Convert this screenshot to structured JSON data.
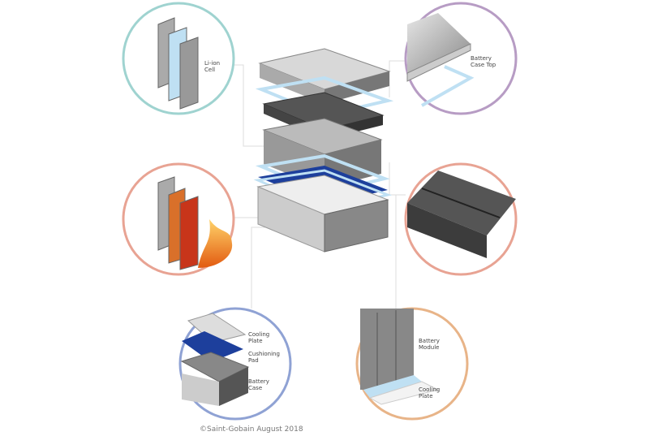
{
  "labels": {
    "li_ion_cell": "Li-ion\nCell",
    "battery_case_top": "Battery\nCase Top",
    "cooling_plate_left": "Cooling\nPlate",
    "cushioning_pad": "Cushioning\nPad",
    "battery_case": "Battery\nCase",
    "battery_module": "Battery\nModule",
    "cooling_plate_right": "Cooling\nPlate"
  },
  "copyright": "©Saint-Gobain August 2018",
  "colors": {
    "teal": "#9fd3d0",
    "purple": "#b79cc4",
    "salmon": "#e8a393",
    "blue": "#8fa2d4",
    "orange": "#e8b488",
    "pad_blue": "#1d3f9c",
    "cooling_blue": "#bfe0f3"
  }
}
